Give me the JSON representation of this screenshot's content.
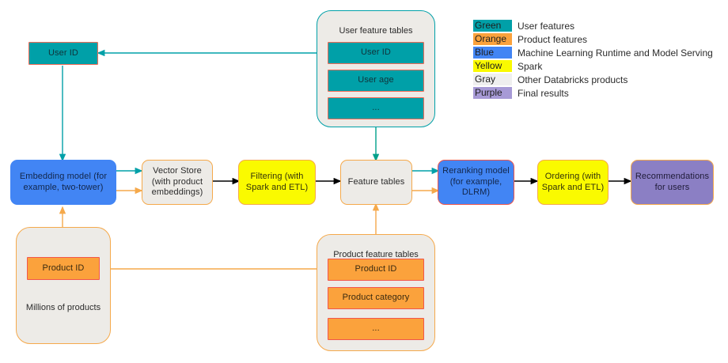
{
  "legend": {
    "rows": [
      {
        "key": "Green",
        "desc": "User features"
      },
      {
        "key": "Orange",
        "desc": "Product features"
      },
      {
        "key": "Blue",
        "desc": "Machine Learning Runtime and Model Serving"
      },
      {
        "key": "Yellow",
        "desc": "Spark"
      },
      {
        "key": "Gray",
        "desc": "Other Databricks products"
      },
      {
        "key": "Purple",
        "desc": "Final results"
      }
    ]
  },
  "user_panel": {
    "title": "User feature tables",
    "rows": [
      "User ID",
      "User age",
      "..."
    ]
  },
  "product_panel": {
    "title": "Product feature tables",
    "rows": [
      "Product ID",
      "Product category",
      "..."
    ]
  },
  "products_panel": {
    "item": "Product ID",
    "note": "Millions of products"
  },
  "user_id_node": "User ID",
  "pipeline": {
    "embedding": "Embedding model (for example, two-tower)",
    "vector_store": "Vector Store (with product embeddings)",
    "filtering": "Filtering (with Spark and ETL)",
    "feature_tables": "Feature tables",
    "reranking": "Reranking model (for example, DLRM)",
    "ordering": "Ordering (with Spark and ETL)",
    "recommendations": "Recommendations for users"
  },
  "colors": {
    "teal": "#00A0A8",
    "orange": "#FBA23C",
    "blue": "#4285F4",
    "yellow": "#FAFA00",
    "gray": "#EDEBE7",
    "purple": "#8B7FC4",
    "border_red": "#F2564B",
    "border_orange": "#F5A94B",
    "arrow_black": "#000000"
  }
}
